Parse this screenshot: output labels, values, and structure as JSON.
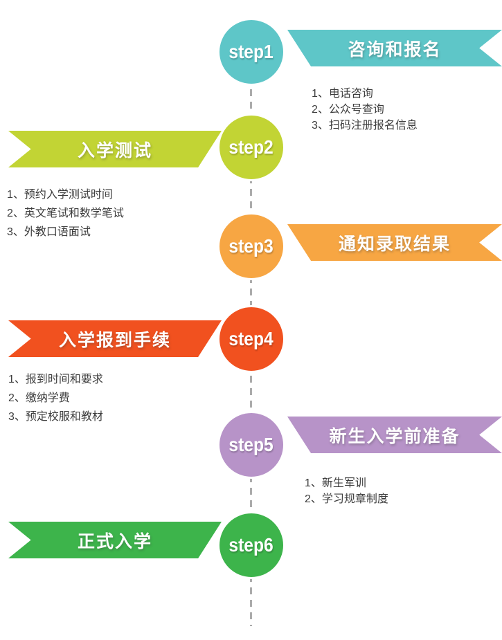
{
  "timeline": {
    "connector_color": "#ababab",
    "text_color": "#3d3d3d",
    "steps": [
      {
        "circle_label": "step1",
        "banner_title": "咨询和报名",
        "side": "right",
        "color": "#5ec6c8",
        "items": [
          "1、电话咨询",
          "2、公众号查询",
          "3、扫码注册报名信息"
        ]
      },
      {
        "circle_label": "step2",
        "banner_title": "入学测试",
        "side": "left",
        "color": "#c2d434",
        "items": [
          "1、预约入学测试时间",
          "2、英文笔试和数学笔试",
          "3、外教口语面试"
        ]
      },
      {
        "circle_label": "step3",
        "banner_title": "通知录取结果",
        "side": "right",
        "color": "#f7a643",
        "items": []
      },
      {
        "circle_label": "step4",
        "banner_title": "入学报到手续",
        "side": "left",
        "color": "#f1511f",
        "items": [
          "1、报到时间和要求",
          "2、缴纳学费",
          "3、预定校服和教材"
        ]
      },
      {
        "circle_label": "step5",
        "banner_title": "新生入学前准备",
        "side": "right",
        "color": "#b793c8",
        "items": [
          "1、新生军训",
          "2、学习规章制度"
        ]
      },
      {
        "circle_label": "step6",
        "banner_title": "正式入学",
        "side": "left",
        "color": "#3db44b",
        "items": []
      }
    ]
  }
}
